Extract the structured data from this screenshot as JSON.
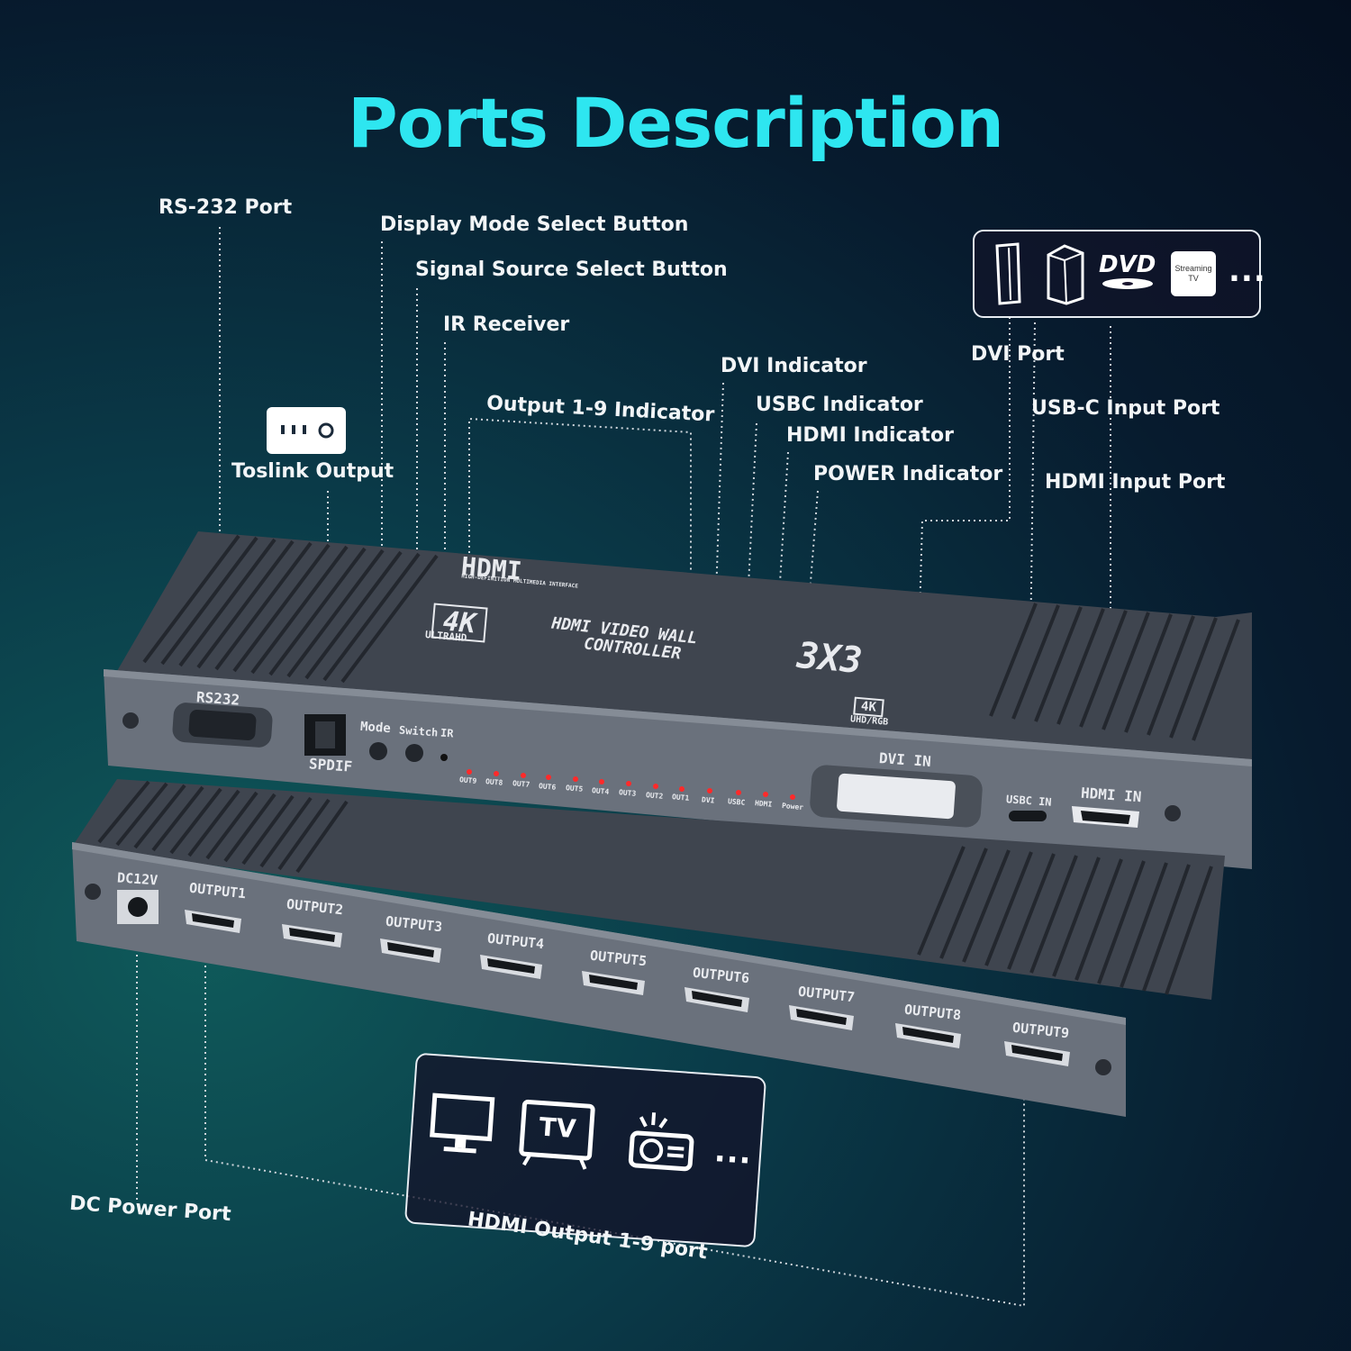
{
  "title": "Ports Description",
  "labels": {
    "rs232_port": "RS-232 Port",
    "display_mode_button": "Display Mode Select Button",
    "signal_source_button": "Signal Source Select Button",
    "ir_receiver": "IR Receiver",
    "toslink_output": "Toslink Output",
    "output_indicator": "Output 1-9 Indicator",
    "dvi_indicator": "DVI Indicator",
    "usbc_indicator": "USBC Indicator",
    "hdmi_indicator": "HDMI Indicator",
    "power_indicator": "POWER Indicator",
    "dvi_port": "DVI Port",
    "usbc_input_port": "USB-C Input Port",
    "hdmi_input_port": "HDMI Input Port",
    "dc_power_port": "DC Power Port",
    "hdmi_output_port": "HDMI Output 1-9 port"
  },
  "source_devices": {
    "streaming_tile": [
      "Streaming",
      "TV"
    ],
    "dvd_text": "DVD",
    "more": "..."
  },
  "display_devices": {
    "tv_text": "TV",
    "more": "..."
  },
  "front_panel": {
    "hdmi_logo": "HDMI",
    "hdmi_sub": "HIGH-DEFINITION MULTIMEDIA INTERFACE",
    "uhd_badge": "4K",
    "uhd_badge_sub": "ULTRAHD",
    "product_line1": "HDMI VIDEO WALL",
    "product_line2": "CONTROLLER",
    "product_size": "3X3",
    "spec_badge": "4K",
    "spec_badge_sub": "UHD/RGB",
    "rs232": "RS232",
    "spdif": "SPDIF",
    "mode": "Mode",
    "switch": "Switch",
    "ir": "IR",
    "led_labels": [
      "OUT9",
      "OUT8",
      "OUT7",
      "OUT6",
      "OUT5",
      "OUT4",
      "OUT3",
      "OUT2",
      "OUT1",
      "DVI",
      "USBC",
      "HDMI",
      "Power"
    ],
    "dvi_in": "DVI IN",
    "usbc_in": "USBC IN",
    "hdmi_in": "HDMI IN"
  },
  "rear_panel": {
    "dc": "DC12V",
    "outputs": [
      "OUTPUT1",
      "OUTPUT2",
      "OUTPUT3",
      "OUTPUT4",
      "OUTPUT5",
      "OUTPUT6",
      "OUTPUT7",
      "OUTPUT8",
      "OUTPUT9"
    ]
  },
  "colors": {
    "title": "#2ee6f0",
    "chassis": "#5d6470",
    "led": "#ff2a2a"
  }
}
